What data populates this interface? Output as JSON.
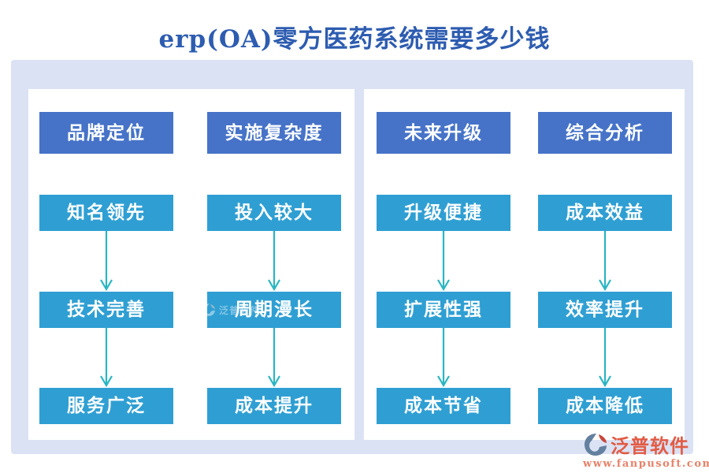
{
  "title": "erp(OA)零方医药系统需要多少钱",
  "colors": {
    "title_blue": "#2d5cb0",
    "board_background": "#dbe2f4",
    "panel_background": "#ffffff",
    "header_box_blue": "#4673c8",
    "item_box_blue": "#2f9fd3",
    "arrow_teal": "#2ab5c2",
    "brand_red": "#e25b44",
    "brand_url_orange": "#e8826a"
  },
  "panels": [
    {
      "columns": [
        {
          "header": "品牌定位",
          "items": [
            "知名领先",
            "技术完善",
            "服务广泛"
          ]
        },
        {
          "header": "实施复杂度",
          "items": [
            "投入较大",
            "周期漫长",
            "成本提升"
          ]
        }
      ]
    },
    {
      "columns": [
        {
          "header": "未来升级",
          "items": [
            "升级便捷",
            "扩展性强",
            "成本节省"
          ]
        },
        {
          "header": "综合分析",
          "items": [
            "成本效益",
            "效率提升",
            "成本降低"
          ]
        }
      ]
    }
  ],
  "watermark": {
    "brand": "泛普软件"
  },
  "footer": {
    "brand": "泛普软件",
    "url": "www.fanpusoft.com"
  }
}
